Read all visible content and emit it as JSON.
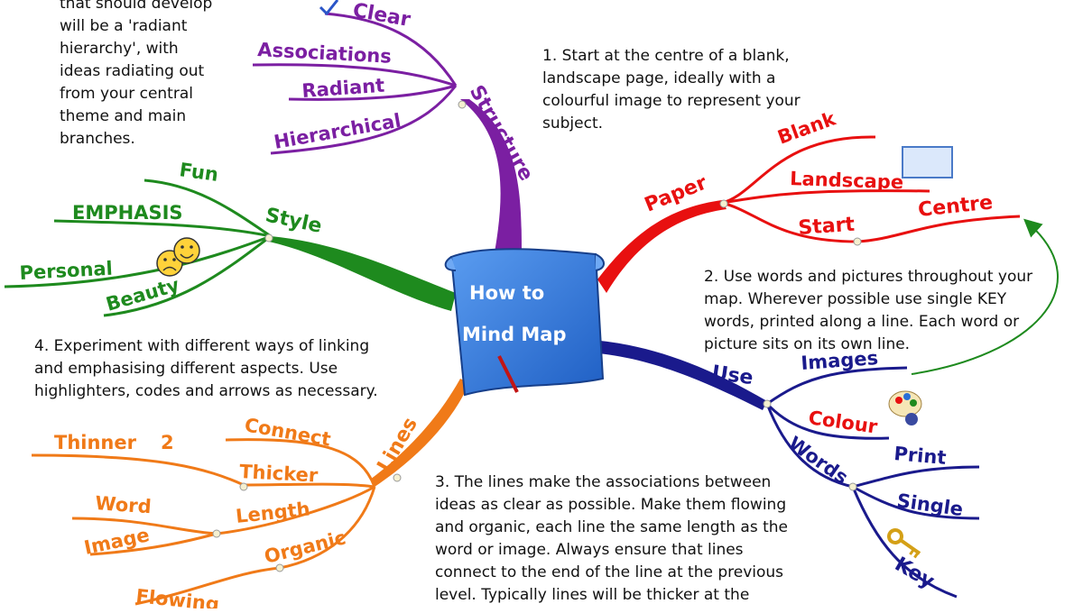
{
  "notes": {
    "top_left": "that should develop\nwill be a 'radiant\nhierarchy', with\nideas radiating out\nfrom your central\ntheme and main\nbranches.",
    "step1": "1. Start at the centre of a blank,\nlandscape page, ideally with a\ncolourful image to represent your\nsubject.",
    "step2": "2. Use words and pictures throughout your\nmap. Wherever possible use single KEY\nwords, printed along a line. Each word or\npicture sits on its own line.",
    "step3": "3. The lines make the associations between\nideas as clear as possible. Make them flowing\nand organic, each line the same length as the\nword or image. Always ensure that lines\nconnect to the end of the line at the previous\nlevel. Typically lines will be thicker at the",
    "step4": "4. Experiment with different ways of linking\nand emphasising different aspects. Use\nhighlighters, codes and arrows as necessary."
  },
  "center": {
    "line1": "How to",
    "line2": "Mind Map"
  },
  "branches": {
    "structure": {
      "label": "Structure",
      "color": "#7b1fa2",
      "items": [
        "Clear",
        "Associations",
        "Radiant",
        "Hierarchical"
      ]
    },
    "paper": {
      "label": "Paper",
      "color": "#e81010",
      "items": [
        "Blank",
        "Landscape",
        "Start",
        "Centre"
      ]
    },
    "style": {
      "label": "Style",
      "color": "#1e8a1e",
      "items": [
        "Fun",
        "EMPHASIS",
        "Personal",
        "Beauty"
      ]
    },
    "use": {
      "label": "Use",
      "color": "#1a1a8c",
      "items": [
        "Images",
        "Colour",
        "Words",
        "Print",
        "Single",
        "Key"
      ]
    },
    "lines": {
      "label": "Lines",
      "color": "#f07a18",
      "items": [
        "Connect",
        "Thicker",
        "Thinner",
        "2",
        "Length",
        "Word",
        "Image",
        "Organic",
        "Flowing"
      ]
    }
  },
  "icons": [
    "checkmark-icon",
    "rectangle-icon",
    "faces-icon",
    "palette-icon",
    "key-icon",
    "pencil-icon"
  ],
  "colors": {
    "connector_arrow": "#1e8a1e",
    "center_fill": "#2a6fd6"
  }
}
